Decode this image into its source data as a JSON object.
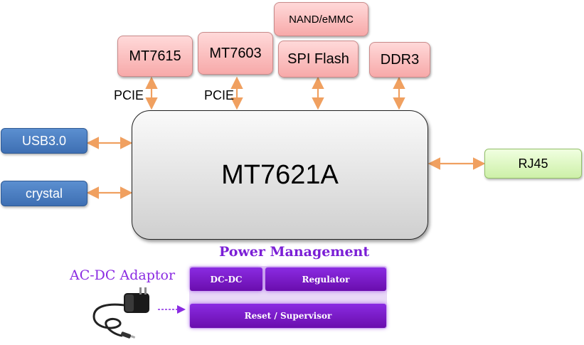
{
  "chip": {
    "label": "MT7621A"
  },
  "top_modules": {
    "mt7615": "MT7615",
    "mt7603": "MT7603",
    "nand": "NAND/eMMC",
    "spi": "SPI Flash",
    "ddr3": "DDR3"
  },
  "bus_labels": {
    "pcie_1": "PCIE",
    "pcie_2": "PCIE"
  },
  "left_modules": {
    "usb": "USB3.0",
    "crystal": "crystal"
  },
  "right_modules": {
    "rj45": "RJ45"
  },
  "power": {
    "title": "Power Management",
    "dcdc": "DC-DC",
    "regulator": "Regulator",
    "reset": "Reset / Supervisor",
    "adaptor_label": "AC-DC Adaptor"
  },
  "colors": {
    "arrow": "#f0a060",
    "purple_text": "#7b1fd6",
    "adaptor_text": "#8a2be2"
  }
}
